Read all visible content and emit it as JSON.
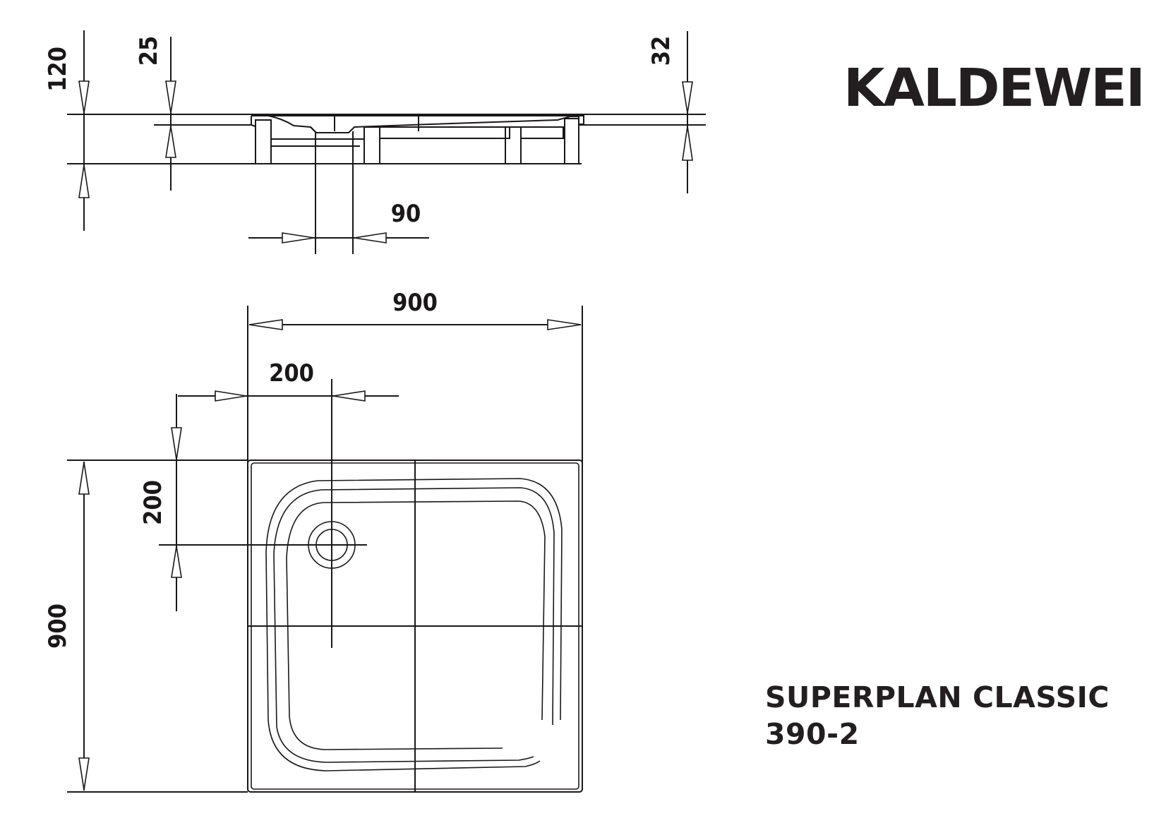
{
  "brand": {
    "logo_text": "KALDEWEI",
    "color": "#231f20"
  },
  "product": {
    "name": "SUPERPLAN CLASSIC",
    "model": "390-2"
  },
  "section_view": {
    "dimensions": {
      "total_height": "120",
      "rim_height": "25",
      "waste_diameter": "90",
      "tray_depth": "32"
    }
  },
  "plan_view": {
    "dimensions": {
      "width": "900",
      "length": "900",
      "drain_offset_x": "200",
      "drain_offset_y": "200"
    }
  },
  "colors": {
    "line": "#1a1718",
    "background": "#ffffff"
  }
}
